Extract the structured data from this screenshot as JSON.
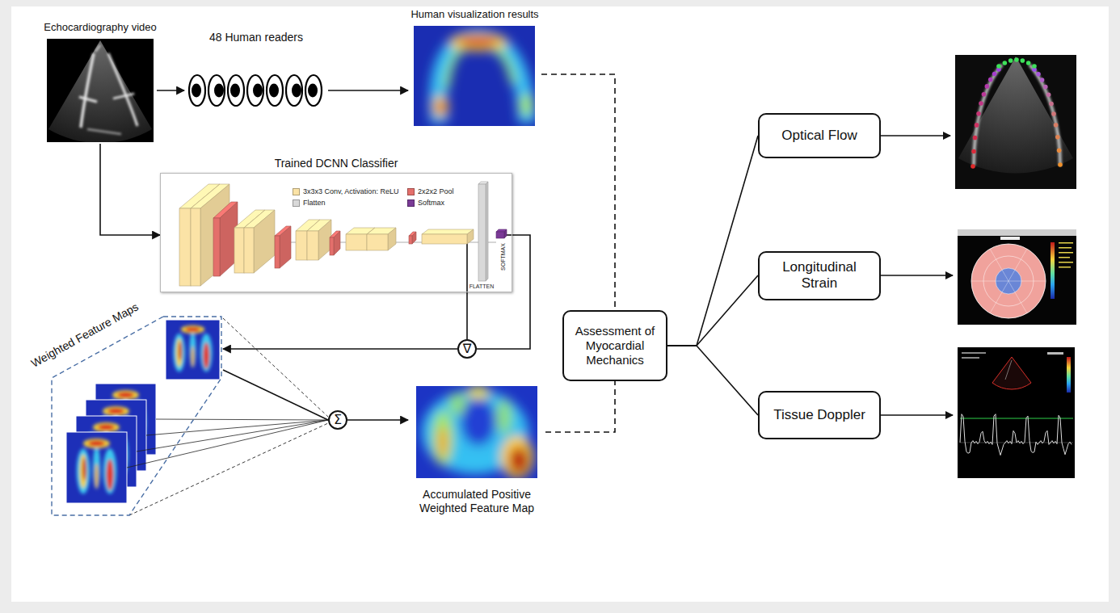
{
  "diagram": {
    "nodes": [
      {
        "text": [
          "Echocardiography video"
        ]
      },
      {
        "text": [
          "48 Human readers"
        ]
      },
      {
        "text": [
          "Human visualization results"
        ]
      },
      {
        "text": [
          "Trained DCNN Classifier"
        ]
      },
      {
        "text": [
          "∇"
        ]
      },
      {
        "text": [
          "Weighted Feature Maps"
        ]
      },
      {
        "text": [
          "Σ"
        ]
      },
      {
        "text": [
          "Accumulated Positive Weighted Feature Map"
        ]
      },
      {
        "text": [
          "Assessment of Myocardial Mechanics"
        ]
      },
      {
        "text": [
          "Optical Flow"
        ]
      },
      {
        "text": [
          "Longitudinal Strain"
        ]
      },
      {
        "text": [
          "Tissue Doppler"
        ]
      }
    ],
    "edges": [
      {
        "from": 0,
        "to": 1,
        "arrow": "to"
      },
      {
        "from": 1,
        "to": 2,
        "arrow": "to"
      },
      {
        "from": 0,
        "to": 3,
        "arrow": "to"
      },
      {
        "from": 3,
        "to": 4,
        "arrow": "none"
      },
      {
        "from": 3,
        "to": 4,
        "arrow": "none"
      },
      {
        "from": 4,
        "to": 5,
        "arrow": "to"
      },
      {
        "from": 5,
        "to": 6,
        "arrow": "none"
      },
      {
        "from": 6,
        "to": 7,
        "arrow": "to"
      },
      {
        "from": 2,
        "to": 8,
        "arrow": "none"
      },
      {
        "from": 7,
        "to": 8,
        "arrow": "none"
      },
      {
        "from": 8,
        "to": 9,
        "arrow": "none"
      },
      {
        "from": 8,
        "to": 10,
        "arrow": "none"
      },
      {
        "from": 8,
        "to": 11,
        "arrow": "none"
      }
    ],
    "labels": [
      "FLATTEN",
      "SOFTMAX"
    ],
    "legend": [
      {
        "text": "3x3x3 Conv, Activation: ReLU",
        "color": "#fbe3a6"
      },
      {
        "text": "2x2x2 Pool",
        "color": "#e46f6b"
      },
      {
        "text": "Flatten",
        "color": "#d9d9d9"
      },
      {
        "text": "Softmax",
        "color": "#7a3a96"
      }
    ]
  }
}
